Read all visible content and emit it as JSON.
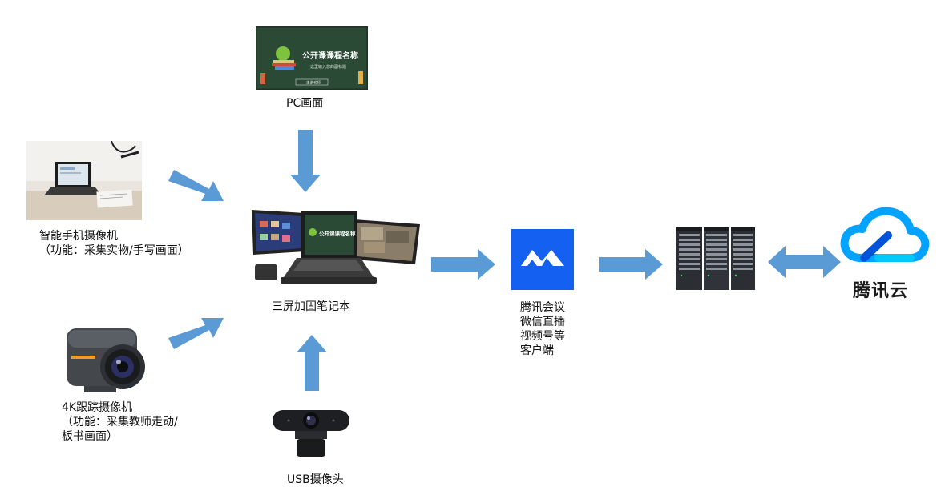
{
  "nodes": {
    "pc_screen": {
      "caption": "PC画面",
      "slide_title": "公开课课程名称",
      "slide_subtitle": "这里输入您的副标题",
      "slide_footer": "主讲老师"
    },
    "phone_camera": {
      "caption_line1": "智能手机摄像机",
      "caption_line2": "（功能：采集实物/手写画面）"
    },
    "tracking_camera": {
      "caption_line1": "4K跟踪摄像机",
      "caption_line2": "（功能：采集教师走动/",
      "caption_line3": "板书画面）"
    },
    "laptop": {
      "caption": "三屏加固笔记本",
      "center_screen_text": "公开课课程名称"
    },
    "usb_camera": {
      "caption": "USB摄像头"
    },
    "client": {
      "caption_line1": "腾讯会议",
      "caption_line2": "微信直播",
      "caption_line3": "视频号等",
      "caption_line4": "客户端"
    },
    "cloud": {
      "brand": "腾讯云"
    }
  },
  "colors": {
    "arrow": "#5b9bd5",
    "meeting_blue": "#1460f0",
    "cloud_blue": "#00a3ff",
    "chalkboard": "#2b4a35"
  },
  "icons": [
    "chalkboard-slide-image",
    "desk-laptop-photo",
    "ptz-camera-image",
    "triple-screen-laptop-image",
    "usb-webcam-image",
    "tencent-meeting-logo-icon",
    "server-rack-image",
    "tencent-cloud-logo-icon"
  ]
}
